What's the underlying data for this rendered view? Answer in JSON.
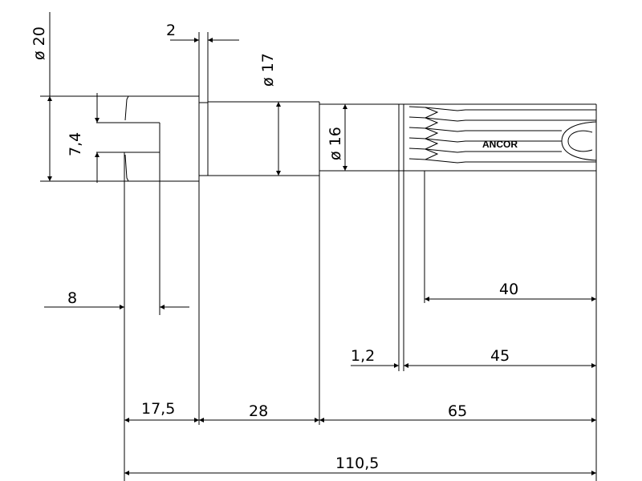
{
  "drawing": {
    "colors": {
      "stroke": "#000000",
      "background": "#ffffff"
    },
    "brand": "ANCOR",
    "dimensions": {
      "dia_20": "ø 20",
      "dia_17": "ø 17",
      "dia_16": "ø 16",
      "gap_2": "2",
      "slot_7_4": "7,4",
      "slot_8": "8",
      "len_40": "40",
      "len_45": "45",
      "len_1_2": "1,2",
      "len_17_5": "17,5",
      "len_28": "28",
      "len_65": "65",
      "len_110_5": "110,5"
    }
  }
}
